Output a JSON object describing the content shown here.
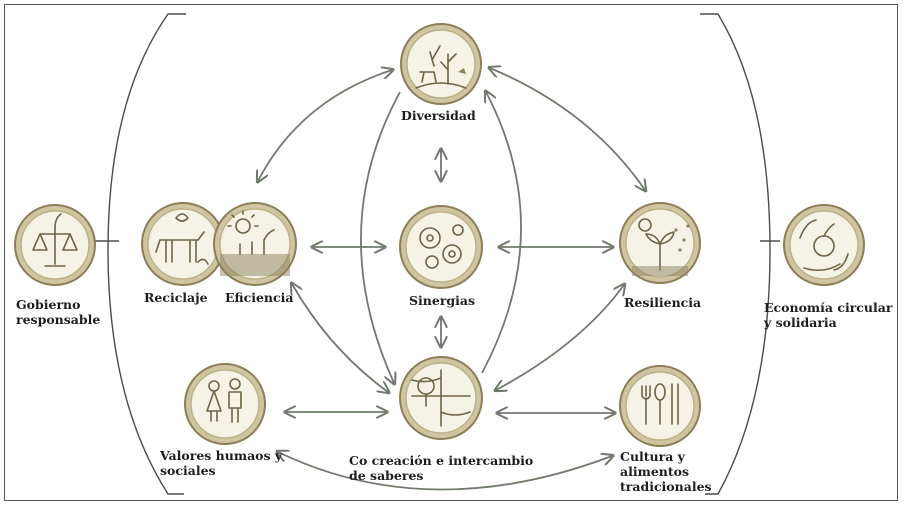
{
  "colors": {
    "node_fill": "#cfc5a2",
    "node_inner": "#f5f2e6",
    "arrow": "#6f7a6c",
    "text": "#1d1d1d"
  },
  "labels": {
    "diversidad": "Diversidad",
    "reciclaje": "Reciclaje",
    "eficiencia": "Eficiencia",
    "sinergias": "Sinergias",
    "resiliencia": "Resiliencia",
    "gobierno": "Gobierno responsable",
    "economia": "Economía circular y solidaria",
    "valores": "Valores humaos y sociales",
    "cocreacion": "Co creación e intercambio de saberes",
    "cultura": "Cultura y alimentos tradicionales"
  },
  "icons": {
    "diversidad": "animals-plants-icon",
    "reciclaje": "cow-leaves-icon",
    "eficiencia": "sun-seedlings-icon",
    "sinergias": "gears-icon",
    "resiliencia": "plant-rain-icon",
    "gobierno": "scales-icon",
    "economia": "apple-cycle-icon",
    "valores": "people-icon",
    "cocreacion": "tree-fields-icon",
    "cultura": "utensils-icon"
  }
}
